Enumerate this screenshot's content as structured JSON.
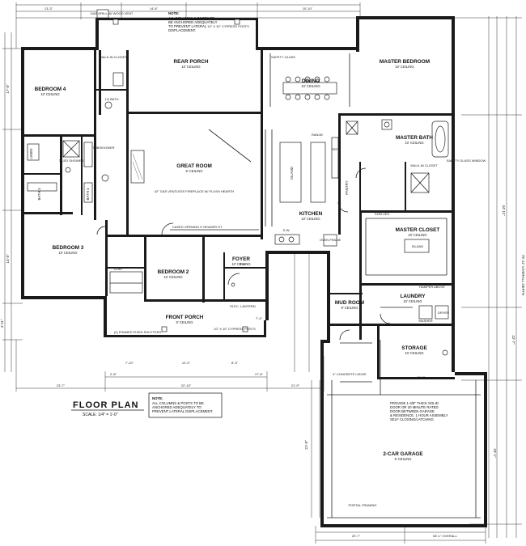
{
  "title": {
    "name": "FLOOR PLAN",
    "scale": "SCALE: 1/4\" = 1'-0\""
  },
  "rooms": {
    "master_bedroom": {
      "name": "MASTER BEDROOM",
      "ceiling": "10' CEILING"
    },
    "dining": {
      "name": "DINING",
      "ceiling": "10' CEILING"
    },
    "bedroom4": {
      "name": "BEDROOM 4",
      "ceiling": "10' CEILING"
    },
    "rear_porch": {
      "name": "REAR PORCH",
      "ceiling": "10' CEILING"
    },
    "great_room": {
      "name": "GREAT ROOM",
      "ceiling": "9' CEILING"
    },
    "kitchen": {
      "name": "KITCHEN",
      "ceiling": "10' CEILING"
    },
    "master_bath": {
      "name": "MASTER BATH",
      "ceiling": "10' CEILING"
    },
    "master_closet": {
      "name": "MASTER CLOSET",
      "ceiling": "10' CEILING"
    },
    "bedroom3": {
      "name": "BEDROOM 3",
      "ceiling": "10' CEILING"
    },
    "bedroom2": {
      "name": "BEDROOM 2",
      "ceiling": "10' CEILING"
    },
    "foyer": {
      "name": "FOYER",
      "ceiling": "10' CEILING"
    },
    "front_porch": {
      "name": "FRONT PORCH",
      "ceiling": "9' CEILING"
    },
    "laundry": {
      "name": "LAUNDRY",
      "ceiling": "10' CEILING"
    },
    "mud_room": {
      "name": "MUD ROOM",
      "ceiling": "9' CEILING"
    },
    "storage": {
      "name": "STORAGE",
      "ceiling": "10' CEILING"
    },
    "garage": {
      "name": "2-CAR GARAGE",
      "ceiling": "9' CEILING"
    },
    "bath3": {
      "name": "BATH 3"
    },
    "bath4": {
      "name": "BATH 4"
    },
    "half_bath": {
      "name": "1/2 BATH"
    }
  },
  "labels": {
    "gas_grill": "GAS GRILL W/ WOOD VENT",
    "cypress_posts": "10\" X 10\" CYPRESS POSTS",
    "safety_glass": "SAFETY GLASS",
    "fireplace": "42\" GAS VENTLESS FIREPLACE W/ FLUSH HEARTH",
    "cased_opening": "CASED OPENING 9' HEADER HT.",
    "elec_lantern": "ELEC. LANTERN",
    "framed_shutters": "(2) FRAMED FIXED SHUTTERS",
    "concrete_ledge": "4\" CONCRETE LEDGE",
    "portal_framing": "PORTAL FRAMING",
    "tile_shower": "TILED SHOWER",
    "tub_shower": "TUB/SHOWER",
    "washer": "WASHER",
    "dryer": "DRYER",
    "pantry": "PANTRY",
    "oven": "OVEN FRAME",
    "island": "ISLAND",
    "linen": "LINEN",
    "wic": "WALK-IN CLOSET",
    "shelves": "SHELVES",
    "coat": "COAT",
    "fridge": "REF.",
    "range": "RANGE",
    "dw": "D.W.",
    "safety_glass_window": "SAFETY GLASS WINDOW",
    "hamper": "HAMPER ABOVE"
  },
  "notes": {
    "note_top_title": "NOTE:",
    "note_top": [
      "ALL COLUMNS & POSTS TO",
      "BE ANCHORED ADEQUATELY",
      "TO PREVENT LATERAL",
      "DISPLACEMENT."
    ],
    "note_bottom_title": "NOTE:",
    "note_bottom": [
      "ALL COLUMNS & POSTS TO BE",
      "ANCHORED ADEQUATELY TO",
      "PREVENT LATERAL DISPLACEMENT."
    ],
    "garage_note": [
      "PROVIDE 1-3/8\" THICK SOLID",
      "DOOR OR 20 MINUTE RATED",
      "DOOR BETWEEN GARAGE",
      "& RESIDENCE. 1 HOUR ASSEMBLY",
      "SELF CLOSING/LATCHING"
    ]
  },
  "dimensions": {
    "overall_depth": "75'-11\" OVERALL DEPTH",
    "overall_width": "66'-1\" OVERALL",
    "right_a": "34'-11\"",
    "right_b": "22'-7\"",
    "right_c": "23'-1\"",
    "left_a": "17'-8\"",
    "left_b": "14'-5\"",
    "left_c": "4'-11\"",
    "top_a": "13'-3\"",
    "top_b": "14'-6\"",
    "top_c": "10'-10\"",
    "bottom_a": "23'-7\"",
    "bottom_b": "22'-10\"",
    "bottom_c": "21'-9\"",
    "bottom_d": "2'-8\"",
    "bottom_e": "17'-6\"",
    "front_a": "7'-10\"",
    "front_b": "12'-0\"",
    "front_c": "8'-3\"",
    "front_d": "7'-4\"",
    "mid_a": "5'-4\"",
    "mid_b": "3'-6\"",
    "garage_w": "20'-7\"",
    "garage_d": "21'-5\"",
    "storage_w": "12'-8\""
  }
}
